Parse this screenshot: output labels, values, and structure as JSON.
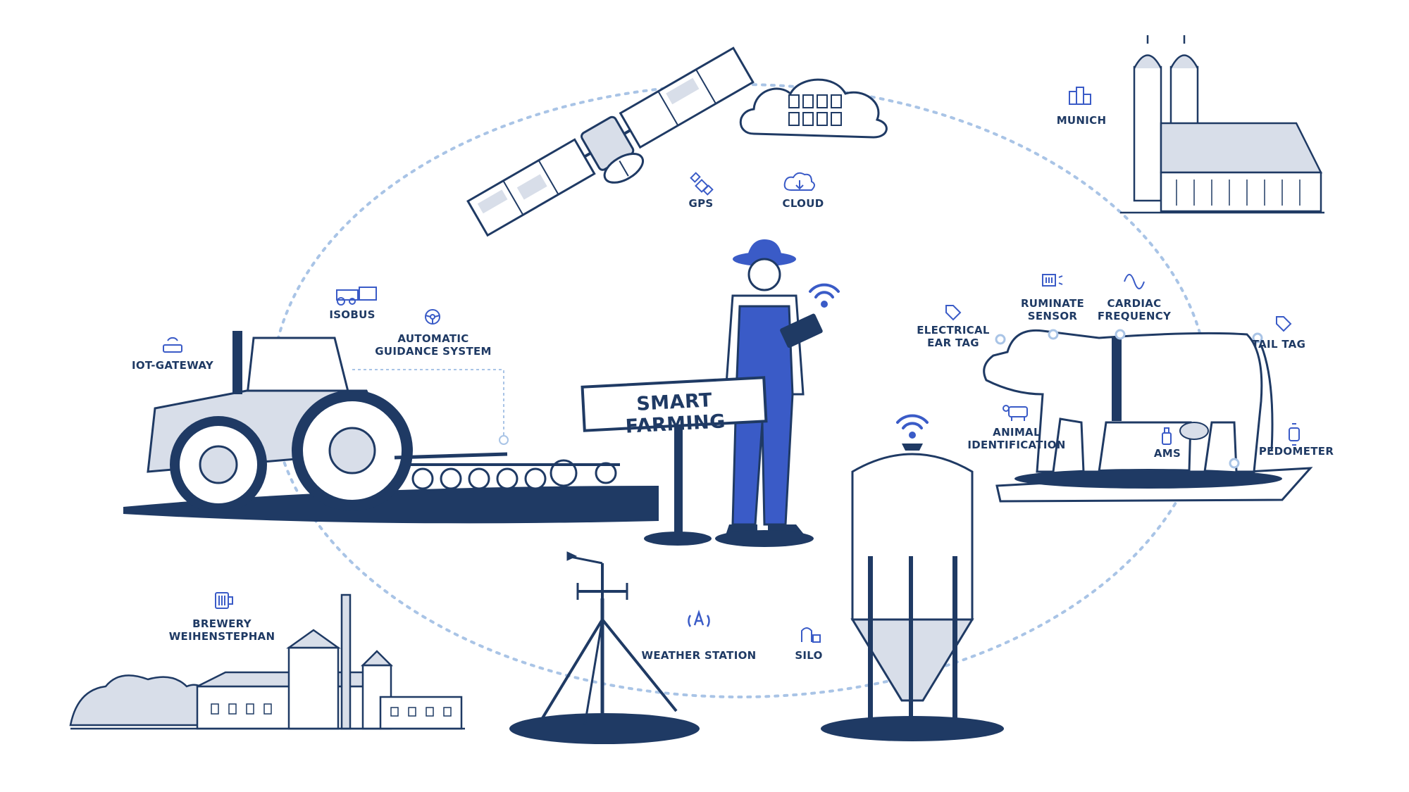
{
  "colors": {
    "navy": "#1f3a64",
    "accent": "#3a5bc7",
    "light": "#d8dee9",
    "ring": "#a9c4e6"
  },
  "sign": {
    "text": "SMART FARMING"
  },
  "labels": {
    "gps": "GPS",
    "cloud": "CLOUD",
    "munich": "MUNICH",
    "isobus": "ISOBUS",
    "guidance": {
      "line1": "AUTOMATIC",
      "line2": "GUIDANCE SYSTEM"
    },
    "iot": "IOT-GATEWAY",
    "ear_tag": {
      "line1": "ELECTRICAL",
      "line2": "EAR TAG"
    },
    "ruminate": {
      "line1": "RUMINATE",
      "line2": "SENSOR"
    },
    "cardiac": {
      "line1": "CARDIAC",
      "line2": "FREQUENCY"
    },
    "tail_tag": "TAIL TAG",
    "animal_id": {
      "line1": "ANIMAL",
      "line2": "IDENTIFICATION"
    },
    "ams": "AMS",
    "pedometer": "PEDOMETER",
    "brewery": {
      "line1": "BREWERY",
      "line2": "WEIHENSTEPHAN"
    },
    "weather": "WEATHER STATION",
    "silo": "SILO"
  },
  "icons": [
    "satellite-icon",
    "cloud-download-icon",
    "city-icon",
    "tractor-icon",
    "steering-wheel-icon",
    "router-icon",
    "tag-icon",
    "sensor-icon",
    "wave-icon",
    "cow-icon",
    "bottle-icon",
    "watch-icon",
    "beer-mug-icon",
    "antenna-icon",
    "silo-icon",
    "wifi-icon",
    "document-icon"
  ]
}
